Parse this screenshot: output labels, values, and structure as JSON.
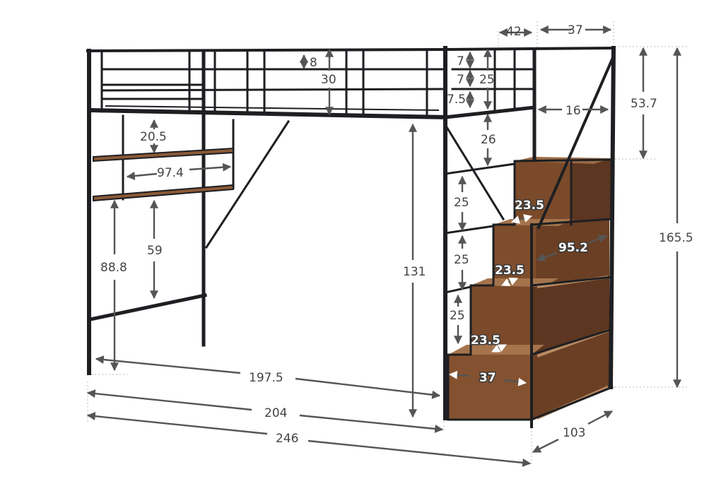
{
  "image": "loft-bed-with-staircase-storage-dimensions",
  "colors": {
    "frame": "#1e1f22",
    "wood": "#7a4a2a",
    "wood_dark": "#5c3620",
    "dimension": "#555555"
  },
  "dimensions": {
    "rail_gap": "8",
    "guard_height": "30",
    "shelf_depth": "42",
    "stair_offset": "37",
    "side_gap_1": "7",
    "side_gap_2": "7",
    "side_gap_3": "7.5",
    "side_guard": "25",
    "top_to_step": "53.7",
    "step_to_rail": "16",
    "under_rail": "26",
    "shelf_gap": "20.5",
    "shelf_width": "97.4",
    "shelf_height": "59",
    "lower_frame": "88.8",
    "step_rise_1": "25",
    "step_rise_2": "25",
    "step_rise_3": "25",
    "tread_1": "23.5",
    "tread_2": "23.5",
    "tread_3": "23.5",
    "stair_depth": "95.2",
    "clearance": "131",
    "total_height": "165.5",
    "stair_width": "37",
    "inner_length": "197.5",
    "bed_length": "204",
    "overall_length": "246",
    "overall_width": "103"
  }
}
